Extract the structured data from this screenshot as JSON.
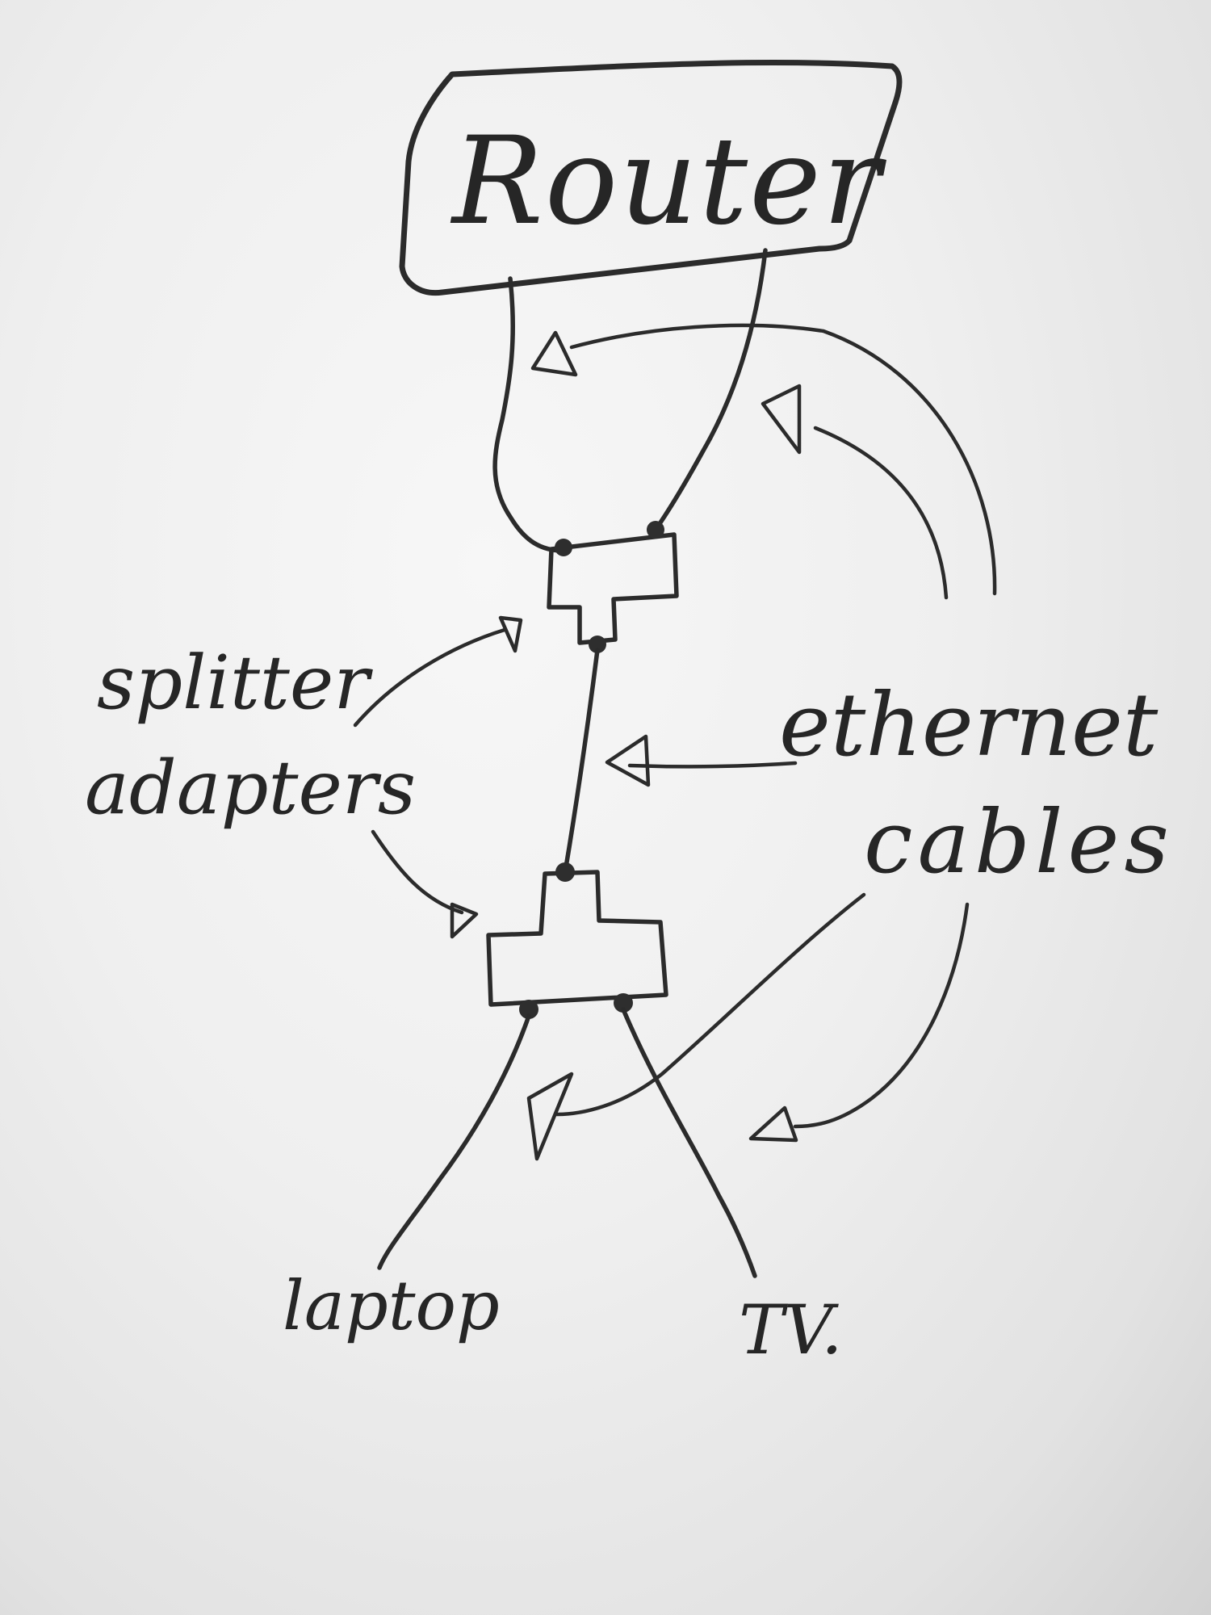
{
  "diagram": {
    "router_label": "Router",
    "splitter_label_line1": "splitter",
    "splitter_label_line2": "adapters",
    "ethernet_label_line1": "ethernet",
    "ethernet_label_line2": "cables",
    "laptop_label": "laptop",
    "tv_label": "TV."
  },
  "colors": {
    "ink": "#2b2b2b",
    "paper": "#efefef"
  }
}
